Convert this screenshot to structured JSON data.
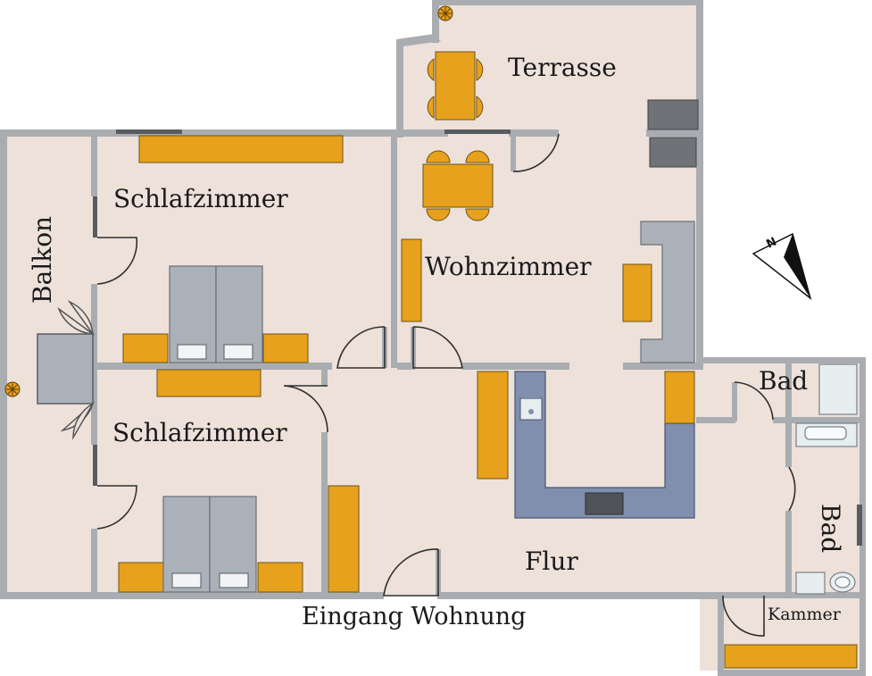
{
  "colors": {
    "floor": "#ede1da",
    "wall": "#a9adb1",
    "furniture_accent": "#e7a11c",
    "bed": "#abb1b9",
    "bed_pillow": "#f2f4f6",
    "kitchen": "#7f8fad",
    "dark_appliance": "#6f7377",
    "fixture": "#e7eef0",
    "text": "#1a1a1a"
  },
  "rooms": {
    "terrasse": "Terrasse",
    "schlafzimmer_top": "Schlafzimmer",
    "balkon": "Balkon",
    "wohnzimmer": "Wohnzimmer",
    "schlafzimmer_bottom": "Schlafzimmer",
    "bad_top": "Bad",
    "bad_side": "Bad",
    "flur": "Flur",
    "kammer": "Kammer"
  },
  "entrance": "Eingang Wohnung",
  "compass": {
    "letter": "N"
  },
  "icons": [
    "plant-icon",
    "compass-icon",
    "sink-icon",
    "stove-icon",
    "toilet-icon",
    "shower-icon"
  ]
}
